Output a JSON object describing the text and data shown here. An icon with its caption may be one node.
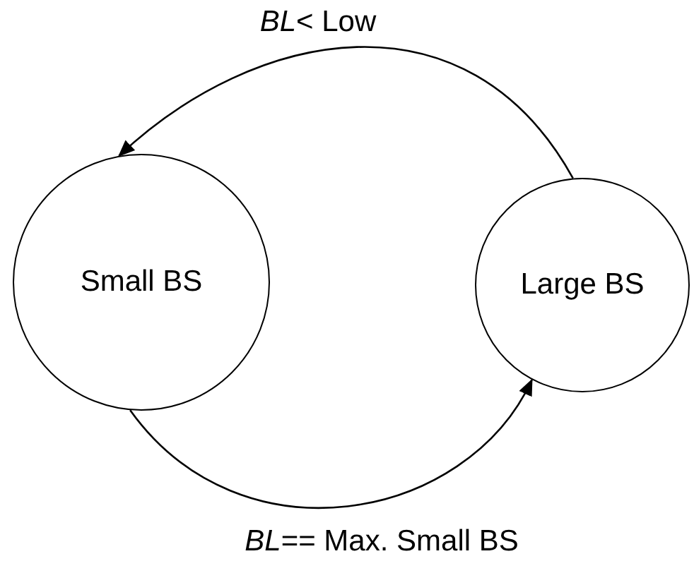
{
  "diagram": {
    "nodes": [
      {
        "text": [
          "Small BS"
        ]
      },
      {
        "text": [
          "Large BS"
        ]
      }
    ],
    "edges": [
      {
        "from": 1,
        "to": 0,
        "arrow": "to",
        "label": "*BL*< Low"
      },
      {
        "from": 0,
        "to": 1,
        "arrow": "to",
        "label": "*BL*== Max. Small BS"
      }
    ]
  }
}
